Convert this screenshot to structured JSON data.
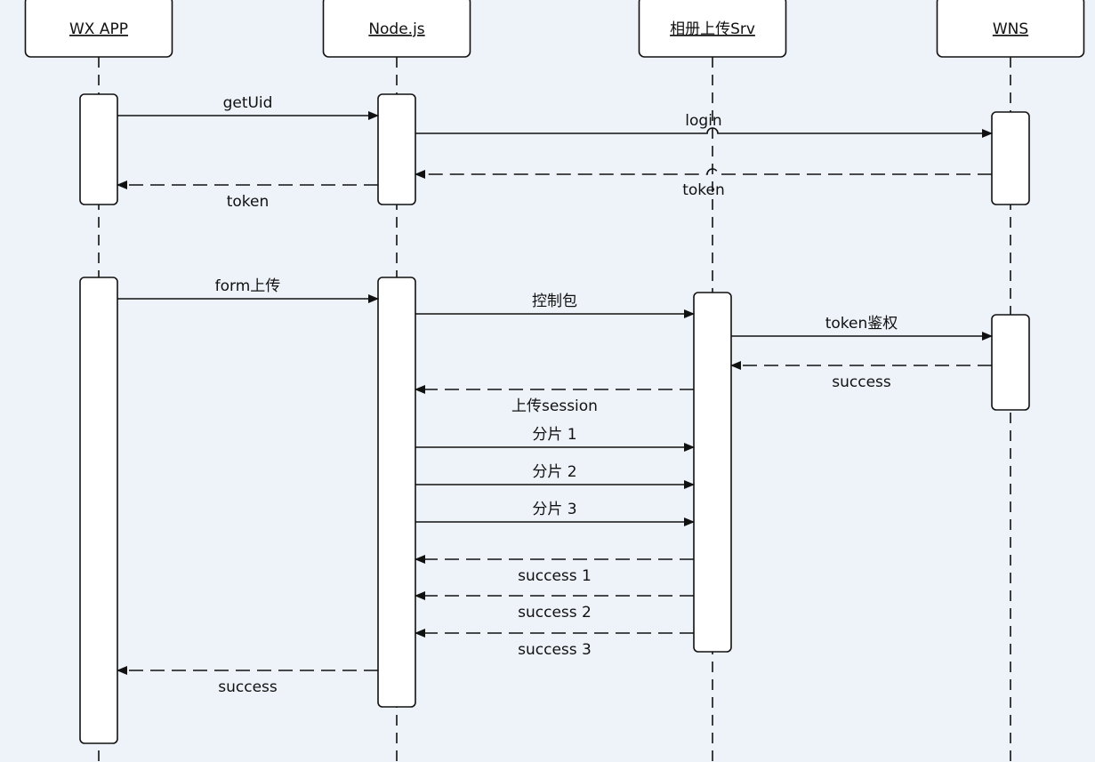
{
  "participants": [
    {
      "id": "wx",
      "label": "WX APP"
    },
    {
      "id": "node",
      "label": "Node.js"
    },
    {
      "id": "srv",
      "label": "相册上传Srv"
    },
    {
      "id": "wns",
      "label": "WNS"
    }
  ],
  "activations": [
    {
      "participant": "wx",
      "from_message": 0,
      "to_message": 2
    },
    {
      "participant": "node",
      "from_message": 0,
      "to_message": 2
    },
    {
      "participant": "wns",
      "from_message": 1,
      "to_message": 2
    },
    {
      "participant": "wx",
      "from_message": 3,
      "to_message": 14
    },
    {
      "participant": "node",
      "from_message": 3,
      "to_message": 14
    },
    {
      "participant": "srv",
      "from_message": 4,
      "to_message": 13
    },
    {
      "participant": "wns",
      "from_message": 5,
      "to_message": 7
    }
  ],
  "messages": [
    {
      "from": "wx",
      "to": "node",
      "label": "getUid",
      "style": "solid",
      "label_pos": "above"
    },
    {
      "from": "node",
      "to": "wns",
      "label": "login",
      "style": "solid",
      "label_pos": "above"
    },
    {
      "from": "node",
      "to": "wx",
      "label": "token",
      "style": "dashed",
      "label_pos": "below",
      "extra_label": {
        "text": "token",
        "between": [
          "node",
          "wns"
        ]
      }
    },
    {
      "from": "wx",
      "to": "node",
      "label": "form上传",
      "style": "solid",
      "label_pos": "above"
    },
    {
      "from": "node",
      "to": "srv",
      "label": "控制包",
      "style": "solid",
      "label_pos": "above"
    },
    {
      "from": "srv",
      "to": "wns",
      "label": "token鉴权",
      "style": "solid",
      "label_pos": "above"
    },
    {
      "from": "wns",
      "to": "srv",
      "label": "success",
      "style": "dashed",
      "label_pos": "below"
    },
    {
      "from": "srv",
      "to": "node",
      "label": "上传session",
      "style": "dashed",
      "label_pos": "below"
    },
    {
      "from": "node",
      "to": "srv",
      "label": "分片 1",
      "style": "solid",
      "label_pos": "above"
    },
    {
      "from": "node",
      "to": "srv",
      "label": "分片 2",
      "style": "solid",
      "label_pos": "above"
    },
    {
      "from": "node",
      "to": "srv",
      "label": "分片 3",
      "style": "solid",
      "label_pos": "above"
    },
    {
      "from": "srv",
      "to": "node",
      "label": "success 1",
      "style": "dashed",
      "label_pos": "below"
    },
    {
      "from": "srv",
      "to": "node",
      "label": "success 2",
      "style": "dashed",
      "label_pos": "below"
    },
    {
      "from": "srv",
      "to": "node",
      "label": "success 3",
      "style": "dashed",
      "label_pos": "below"
    },
    {
      "from": "node",
      "to": "wx",
      "label": "success",
      "style": "dashed",
      "label_pos": "below"
    }
  ]
}
